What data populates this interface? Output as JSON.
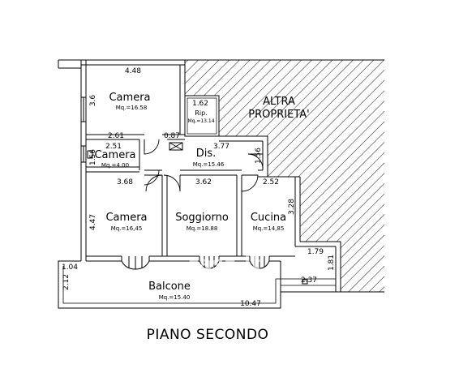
{
  "rooms": {
    "camera_top": {
      "name": "Camera",
      "area": "Mq.=16.58"
    },
    "ripostiglio": {
      "name": "Rip.",
      "area": "Mq.=13.14"
    },
    "camera_small": {
      "name": "Camera",
      "area": "Mq.=4.00"
    },
    "disimpegno": {
      "name": "Dis.",
      "area": "Mq.=15.46"
    },
    "camera_bottom": {
      "name": "Camera",
      "area": "Mq.=16,45"
    },
    "soggiorno": {
      "name": "Soggiorno",
      "area": "Mq.=18.88"
    },
    "cucina": {
      "name": "Cucina",
      "area": "Mq.=14,85"
    },
    "balcone": {
      "name": "Balcone",
      "area": "Mq.=15.40"
    }
  },
  "other_property": {
    "line1": "ALTRA",
    "line2": "PROPRIETA'"
  },
  "dimensions": {
    "d448": "4.48",
    "d36": "3.6",
    "d162": "1.62",
    "d261": "2.61",
    "d087": "0.87",
    "d377": "3.77",
    "d251": "2.51",
    "d156a": "1.56",
    "d156b": "1.56",
    "d368": "3.68",
    "d362": "3.62",
    "d252": "2.52",
    "d328": "3.28",
    "d447": "4.47",
    "d179": "1.79",
    "d181": "1.81",
    "d237": "2.37",
    "d104": "1.04",
    "d212": "2.12",
    "d1047": "10.47"
  },
  "watermark": "casa.it",
  "floor_title": "PIANO SECONDO"
}
